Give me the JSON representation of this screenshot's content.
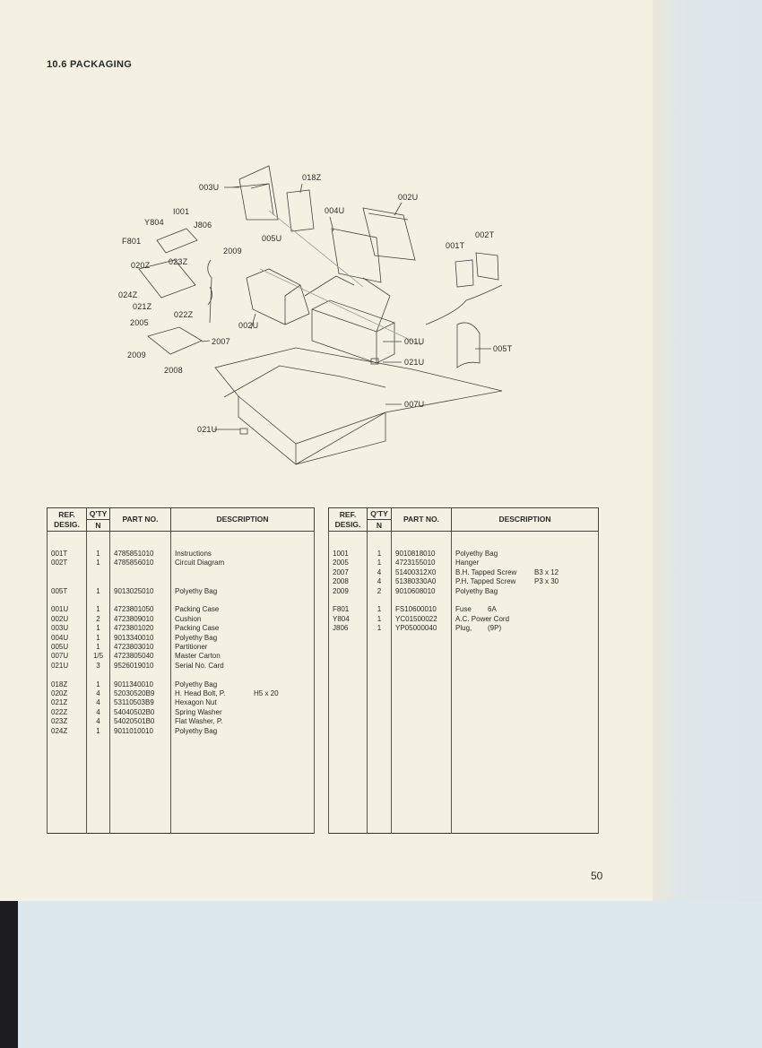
{
  "heading": "10.6 PACKAGING",
  "page_number": "50",
  "diagram_labels": [
    "003U",
    "018Z",
    "002U",
    "004U",
    "I001",
    "Y804",
    "J806",
    "005U",
    "002T",
    "001T",
    "F801",
    "2009",
    "020Z",
    "023Z",
    "024Z",
    "021Z",
    "022Z",
    "002U",
    "2005",
    "2007",
    "001U",
    "2009",
    "005T",
    "021U",
    "2008",
    "007U",
    "021U"
  ],
  "table_headers": {
    "ref": "REF. DESIG.",
    "qty": "Q'TY",
    "qty_sub": "N",
    "part": "PART NO.",
    "desc": "DESCRIPTION"
  },
  "left_table": [
    {
      "ref": "001T",
      "qty": "1",
      "part": "4785851010",
      "desc": "Instructions",
      "spec": ""
    },
    {
      "ref": "002T",
      "qty": "1",
      "part": "4785856010",
      "desc": "Circuit Diagram",
      "spec": ""
    },
    null,
    null,
    {
      "ref": "005T",
      "qty": "1",
      "part": "9013025010",
      "desc": "Polyethy Bag",
      "spec": ""
    },
    null,
    {
      "ref": "001U",
      "qty": "1",
      "part": "4723801050",
      "desc": "Packing Case",
      "spec": ""
    },
    {
      "ref": "002U",
      "qty": "2",
      "part": "4723809010",
      "desc": "Cushion",
      "spec": ""
    },
    {
      "ref": "003U",
      "qty": "1",
      "part": "4723801020",
      "desc": "Packing Case",
      "spec": ""
    },
    {
      "ref": "004U",
      "qty": "1",
      "part": "9013340010",
      "desc": "Polyethy Bag",
      "spec": ""
    },
    {
      "ref": "005U",
      "qty": "1",
      "part": "4723803010",
      "desc": "Partitioner",
      "spec": ""
    },
    {
      "ref": "007U",
      "qty": "1/5",
      "part": "4723805040",
      "desc": "Master Carton",
      "spec": ""
    },
    {
      "ref": "021U",
      "qty": "3",
      "part": "9526019010",
      "desc": "Serial No. Card",
      "spec": ""
    },
    null,
    {
      "ref": "018Z",
      "qty": "1",
      "part": "9011340010",
      "desc": "Polyethy Bag",
      "spec": ""
    },
    {
      "ref": "020Z",
      "qty": "4",
      "part": "52030520B9",
      "desc": "H. Head Bolt, P.",
      "spec": "H5 x 20"
    },
    {
      "ref": "021Z",
      "qty": "4",
      "part": "53110503B9",
      "desc": "Hexagon Nut",
      "spec": ""
    },
    {
      "ref": "022Z",
      "qty": "4",
      "part": "54040502B0",
      "desc": "Spring Washer",
      "spec": ""
    },
    {
      "ref": "023Z",
      "qty": "4",
      "part": "54020501B0",
      "desc": "Flat Washer, P.",
      "spec": ""
    },
    {
      "ref": "024Z",
      "qty": "1",
      "part": "9011010010",
      "desc": "Polyethy Bag",
      "spec": ""
    }
  ],
  "right_table": [
    {
      "ref": "1001",
      "qty": "1",
      "part": "9010818010",
      "desc": "Polyethy Bag",
      "spec": ""
    },
    {
      "ref": "2005",
      "qty": "1",
      "part": "4723155010",
      "desc": "Hanger",
      "spec": ""
    },
    {
      "ref": "2007",
      "qty": "4",
      "part": "51400312X0",
      "desc": "B.H. Tapped Screw",
      "spec": "B3 x 12"
    },
    {
      "ref": "2008",
      "qty": "4",
      "part": "51380330A0",
      "desc": "P.H. Tapped Screw",
      "spec": "P3 x 30"
    },
    {
      "ref": "2009",
      "qty": "2",
      "part": "9010608010",
      "desc": "Polyethy Bag",
      "spec": ""
    },
    null,
    {
      "ref": "F801",
      "qty": "1",
      "part": "FS10600010",
      "desc": "Fuse",
      "spec": "6A"
    },
    {
      "ref": "Y804",
      "qty": "1",
      "part": "YC01500022",
      "desc": "A.C. Power Cord",
      "spec": ""
    },
    {
      "ref": "J806",
      "qty": "1",
      "part": "YP05000040",
      "desc": "Plug,",
      "spec": "(9P)"
    }
  ]
}
